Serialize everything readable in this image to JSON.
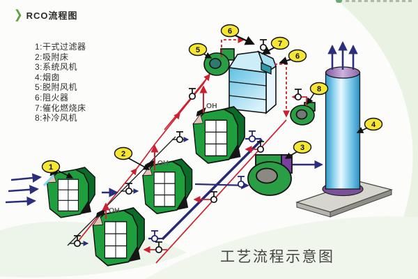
{
  "header": {
    "title": "RCO流程图"
  },
  "legend": {
    "items": [
      "1:干式过滤器",
      "2:吸附床",
      "3:系统风机",
      "4:烟囱",
      "5:脱附风机",
      "6:阻火器",
      "7:催化燃烧床",
      "8:补冷风机"
    ]
  },
  "caption": {
    "text": "工艺流程示意图"
  },
  "diagram": {
    "badges": {
      "b1": "1",
      "b2": "2",
      "b3": "3",
      "b4": "4",
      "b5": "5",
      "b6": "6",
      "b7": "7",
      "b8": "8"
    },
    "valve_tag": "OH",
    "colors": {
      "main_pipe": "#2b2e7a",
      "hot_pipe": "#cc2030",
      "equipment_green": "#1f9e3d",
      "catalytic_blue": "#8fd4ee",
      "chimney_blue": "#52bce4",
      "badge_yellow": "#f5e636"
    }
  }
}
